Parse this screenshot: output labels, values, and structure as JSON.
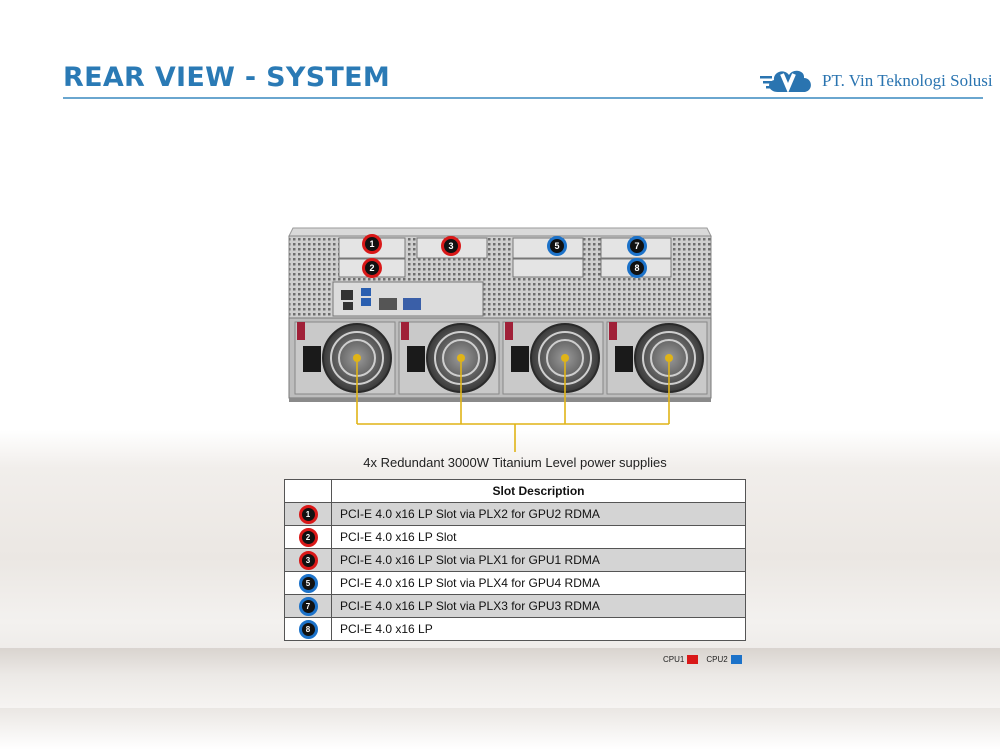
{
  "header": {
    "title": "REAR VIEW - SYSTEM",
    "company": "PT. Vin Teknologi Solusi"
  },
  "colors": {
    "accent": "#2a7ab5",
    "cpu1": "#d91818",
    "cpu2": "#1c72c9",
    "row_shade": "#d4d4d4",
    "cable": "#e0b417"
  },
  "server_badges": [
    {
      "label": "1",
      "cpu": "cpu1"
    },
    {
      "label": "2",
      "cpu": "cpu1"
    },
    {
      "label": "3",
      "cpu": "cpu1"
    },
    {
      "label": "5",
      "cpu": "cpu2"
    },
    {
      "label": "7",
      "cpu": "cpu2"
    },
    {
      "label": "8",
      "cpu": "cpu2"
    }
  ],
  "psu_caption": "4x Redundant 3000W Titanium Level power supplies",
  "table": {
    "header": "Slot Description",
    "rows": [
      {
        "num": "1",
        "cpu": "cpu1",
        "desc": "PCI-E 4.0 x16 LP Slot via PLX2 for GPU2 RDMA"
      },
      {
        "num": "2",
        "cpu": "cpu1",
        "desc": "PCI-E 4.0 x16 LP Slot"
      },
      {
        "num": "3",
        "cpu": "cpu1",
        "desc": "PCI-E 4.0 x16 LP Slot via PLX1 for GPU1 RDMA"
      },
      {
        "num": "5",
        "cpu": "cpu2",
        "desc": "PCI-E 4.0 x16 LP Slot via PLX4 for GPU4 RDMA"
      },
      {
        "num": "7",
        "cpu": "cpu2",
        "desc": "PCI-E 4.0 x16 LP Slot via PLX3 for GPU3 RDMA"
      },
      {
        "num": "8",
        "cpu": "cpu2",
        "desc": "PCI-E 4.0 x16 LP"
      }
    ]
  },
  "legend": {
    "cpu1_label": "CPU1",
    "cpu2_label": "CPU2"
  }
}
